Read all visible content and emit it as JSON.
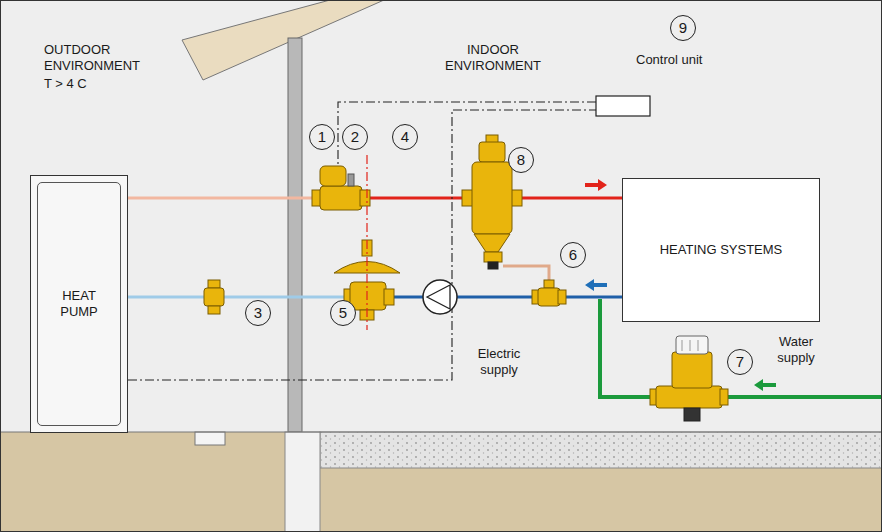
{
  "diagram": {
    "nodes": [
      {
        "text": [
          "HEAT PUMP"
        ]
      },
      {
        "text": [
          "HEATING SYSTEMS"
        ]
      }
    ],
    "edges": [
      {
        "from": 0,
        "to": 1,
        "arrow": "none"
      },
      {
        "from": 1,
        "to": 0,
        "arrow": "none"
      }
    ],
    "labels": [
      "OUTDOOR ENVIRONMENT",
      "T > 4 C",
      "INDOOR ENVIRONMENT",
      "9",
      "Control unit",
      "1",
      "2",
      "4",
      "8",
      "6",
      "3",
      "5",
      "Electric supply",
      "7",
      "Water supply"
    ]
  }
}
